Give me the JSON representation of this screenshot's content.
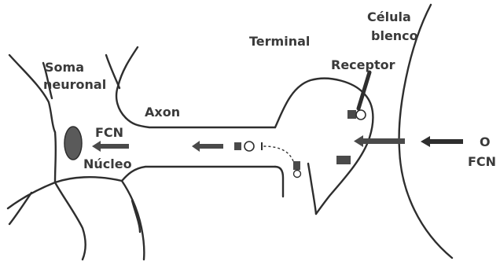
{
  "labels": {
    "soma_line1": "Soma",
    "soma_line2": "neuronal",
    "axon": "Axon",
    "terminal": "Terminal",
    "target_cell_line1": "Célula",
    "target_cell_line2": "blenco",
    "receptor": "Receptor",
    "fcn_soma": "FCN",
    "nucleus": "Núcleo",
    "source_line1": "O",
    "source_line2": "FCN"
  },
  "colors": {
    "ink": "#2e2e2e",
    "text": "#3a3a3a",
    "nucleus_fill": "#5a5a5a",
    "arrow_fill": "#4a4a4a"
  }
}
